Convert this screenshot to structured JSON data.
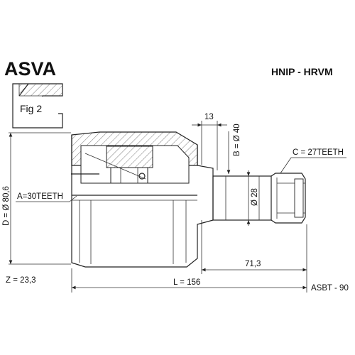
{
  "header": {
    "brand": "ASVA",
    "part_code": "HNIP - HRVM"
  },
  "figure": {
    "label": "Fig 2"
  },
  "dimensions": {
    "stub_offset": "13",
    "b_diameter": "B = Ø 40",
    "c_teeth": "C = 27TEETH",
    "shaft_diameter": "Ø 28",
    "d_diameter": "D = Ø 80,6",
    "a_teeth": "A=30TEETH",
    "shaft_length": "71,3",
    "z_value": "Z = 23,3",
    "total_length": "L = 156",
    "asbt_code": "ASBT - 90"
  }
}
